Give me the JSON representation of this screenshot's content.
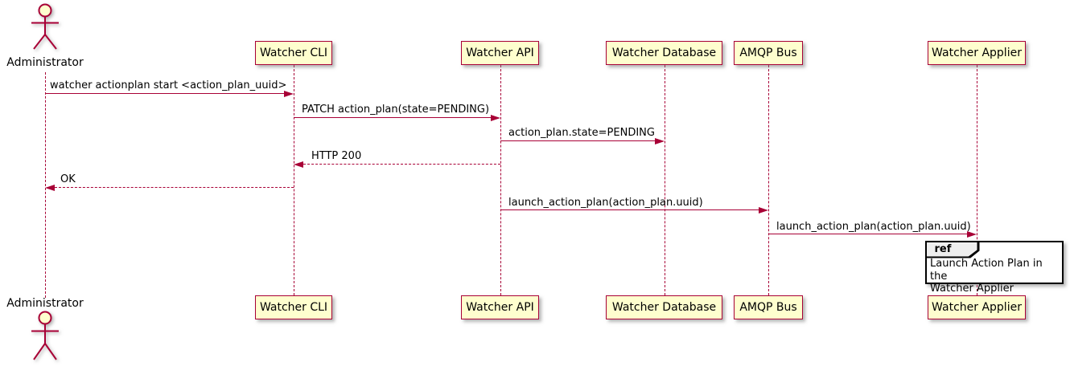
{
  "diagram_type": "uml-sequence",
  "colors": {
    "participant_fill": "#FEFECE",
    "participant_border": "#A80036",
    "arrow": "#A80036",
    "lifeline": "#A80036",
    "ref_border": "#000000",
    "ref_header_fill": "#EEEEEE",
    "text": "#000000",
    "background": "#FFFFFF"
  },
  "actor": {
    "name": "Administrator"
  },
  "participants": [
    {
      "name": "Watcher CLI"
    },
    {
      "name": "Watcher API"
    },
    {
      "name": "Watcher Database"
    },
    {
      "name": "AMQP Bus"
    },
    {
      "name": "Watcher Applier"
    }
  ],
  "messages": [
    {
      "text": "watcher actionplan start <action_plan_uuid>",
      "from": "Administrator",
      "to": "Watcher CLI",
      "line": "solid"
    },
    {
      "text": "PATCH action_plan(state=PENDING)",
      "from": "Watcher CLI",
      "to": "Watcher API",
      "line": "solid"
    },
    {
      "text": "action_plan.state=PENDING",
      "from": "Watcher API",
      "to": "Watcher Database",
      "line": "solid"
    },
    {
      "text": "HTTP 200",
      "from": "Watcher API",
      "to": "Watcher CLI",
      "line": "dashed"
    },
    {
      "text": "OK",
      "from": "Watcher CLI",
      "to": "Administrator",
      "line": "dashed"
    },
    {
      "text": "launch_action_plan(action_plan.uuid)",
      "from": "Watcher API",
      "to": "AMQP Bus",
      "line": "solid"
    },
    {
      "text": "launch_action_plan(action_plan.uuid)",
      "from": "AMQP Bus",
      "to": "Watcher Applier",
      "line": "solid"
    }
  ],
  "ref": {
    "keyword": "ref",
    "over": "Watcher Applier",
    "text_line1": "Launch Action Plan in the",
    "text_line2": "Watcher Applier"
  }
}
